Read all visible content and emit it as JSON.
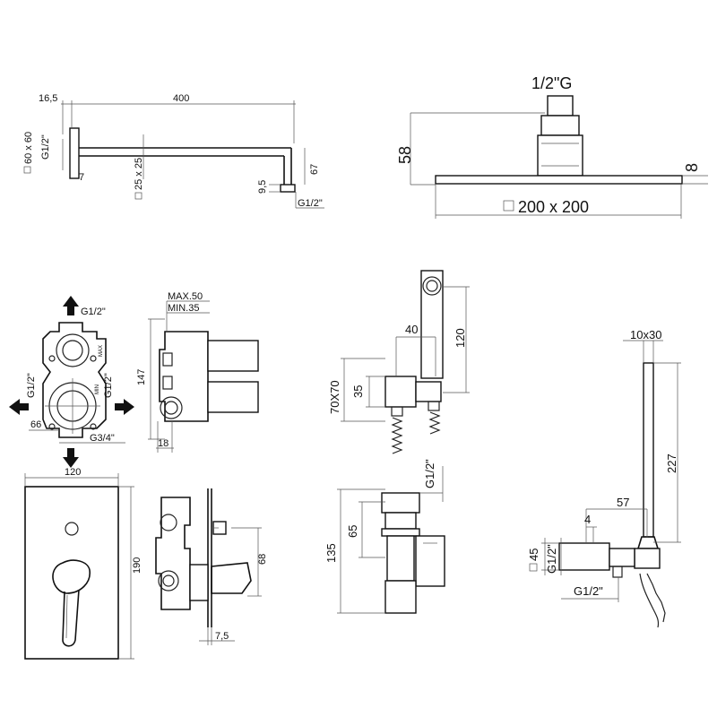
{
  "shower_arm": {
    "dim_left": "16,5",
    "dim_length": "400",
    "dim_flange": "60 x 60",
    "thread_wall": "G1/2\"",
    "dim_wall": "7",
    "dim_tube": "25 x 25",
    "dim_drop": "67",
    "dim_end": "9,5",
    "thread_end": "G1/2\""
  },
  "shower_head": {
    "thread": "1/2\"G",
    "height": "58",
    "thickness": "8",
    "size": "200 x 200"
  },
  "mixer_body": {
    "outlet_top": "G1/2\"",
    "inlet_left": "G1/2\"",
    "inlet_right": "G1/2\"",
    "dim_66": "66",
    "inlet_bottom": "G3/4\"",
    "depth_max": "MAX.50",
    "depth_min": "MIN.35",
    "height": "147",
    "dim_18": "18",
    "mark_max": "MAX",
    "mark_min": "MIN"
  },
  "faceplate": {
    "width": "120",
    "height": "190",
    "depth": "68",
    "dim_75": "7,5"
  },
  "bidet_holder": {
    "dim_40": "40",
    "dim_120": "120",
    "size": "70X70",
    "dim_35": "35"
  },
  "diverter": {
    "thread": "G1/2\"",
    "dim_65": "65",
    "dim_135": "135"
  },
  "hand_shower": {
    "size": "10x30",
    "length": "227",
    "dim_57": "57",
    "dim_4": "4",
    "outlet": "45",
    "thread_side": "G1/2\"",
    "thread_bottom": "G1/2\""
  },
  "icons": {
    "arrow": "flow-arrow-icon",
    "square": "square-section-icon"
  }
}
